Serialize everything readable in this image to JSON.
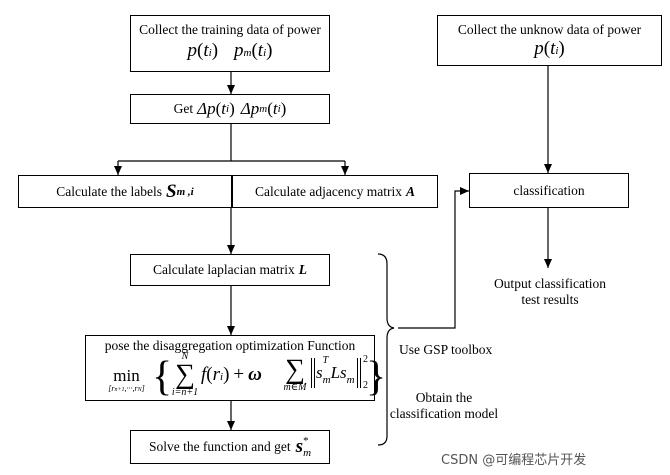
{
  "boxes": {
    "collect_training": {
      "text": "Collect the training data of power",
      "formula_a": "p",
      "formula_a_arg": "t",
      "formula_a_sub": "i",
      "formula_b": "p",
      "formula_b_sub": "m",
      "formula_b_arg": "t",
      "formula_b_arg_sub": "i"
    },
    "get_delta": {
      "text": "Get",
      "formula_a": "Δp",
      "formula_a_arg": "t",
      "formula_a_sub": "i",
      "formula_b": "Δp",
      "formula_b_sub": "m",
      "formula_b_arg": "t",
      "formula_b_arg_sub": "i"
    },
    "calc_labels": {
      "text": "Calculate the labels",
      "symbol": "S",
      "symbol_sub": "m ,i"
    },
    "calc_adjacency": {
      "text": "Calculate adjacency matrix",
      "symbol": "A"
    },
    "calc_laplacian": {
      "text": "Calculate laplacian matrix",
      "symbol": "L"
    },
    "pose_function": {
      "text": "pose the disaggregation optimization Function",
      "min_label": "min",
      "min_sub": "[r",
      "min_sub_b": "n+1",
      "min_sub_c": ",···,r",
      "min_sub_d": "N",
      "min_sub_e": "]",
      "sum1_top": "N",
      "sum1_bottom": "i=n+1",
      "f_term": "f",
      "f_arg": "r",
      "f_arg_sub": "i",
      "plus": "+",
      "omega": "ω",
      "sum2_bottom": "m∈M",
      "s_letter": "s",
      "s_sup": "T",
      "s_sub": "m",
      "L_letter": "L",
      "s2_letter": "s",
      "s2_sub": "m",
      "norm_sup": "2",
      "norm_sub": "2"
    },
    "solve": {
      "text": "Solve the function and get",
      "symbol": "s",
      "symbol_sup": "*",
      "symbol_sub": "m"
    },
    "collect_unknown": {
      "text": "Collect the unknow data of power",
      "formula": "p",
      "formula_arg": "t",
      "formula_arg_sub": "i"
    },
    "classification": {
      "text": "classification"
    }
  },
  "labels": {
    "output": "Output classification test results",
    "use_gsp": "Use GSP toolbox",
    "obtain": "Obtain the classification model"
  },
  "watermark": "CSDN @可编程芯片开发"
}
